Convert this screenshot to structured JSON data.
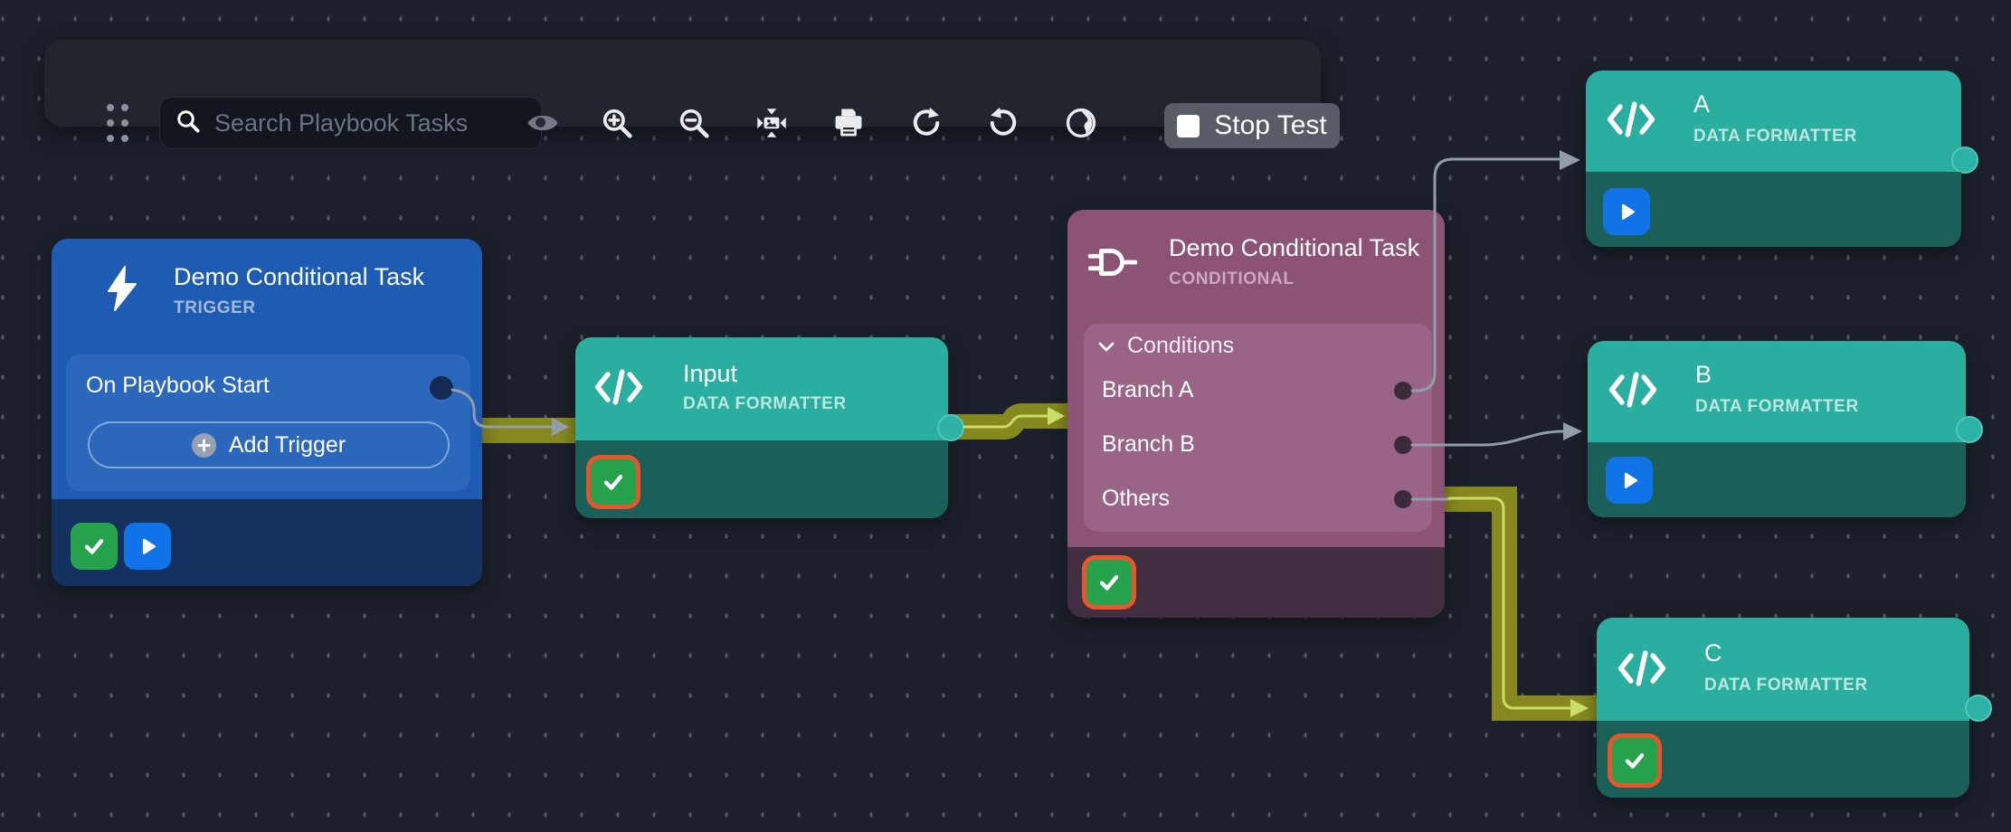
{
  "toolbar": {
    "search_placeholder": "Search Playbook Tasks",
    "stop_test_label": "Stop Test",
    "icons": [
      "drag-handle",
      "search",
      "eye",
      "zoom-in",
      "zoom-out",
      "fit-to-screen",
      "print",
      "redo",
      "undo",
      "globe",
      "stop-test"
    ]
  },
  "nodes": {
    "trigger": {
      "title": "Demo Conditional Task",
      "type_label": "TRIGGER",
      "trigger_row": "On Playbook Start",
      "add_trigger_label": "Add Trigger"
    },
    "input": {
      "title": "Input",
      "type_label": "DATA FORMATTER"
    },
    "conditional": {
      "title": "Demo Conditional Task",
      "type_label": "CONDITIONAL",
      "conditions_label": "Conditions",
      "branches": [
        "Branch A",
        "Branch B",
        "Others"
      ]
    },
    "task_a": {
      "title": "A",
      "type_label": "DATA FORMATTER"
    },
    "task_b": {
      "title": "B",
      "type_label": "DATA FORMATTER"
    },
    "task_c": {
      "title": "C",
      "type_label": "DATA FORMATTER"
    }
  },
  "connections": [
    {
      "from": "trigger.on-playbook-start",
      "to": "input",
      "highlighted": true
    },
    {
      "from": "input",
      "to": "conditional",
      "highlighted": true
    },
    {
      "from": "conditional.branch-a",
      "to": "task-a",
      "highlighted": false
    },
    {
      "from": "conditional.branch-b",
      "to": "task-b",
      "highlighted": false
    },
    {
      "from": "conditional.others",
      "to": "task-c",
      "highlighted": true
    }
  ],
  "colors": {
    "canvas_bg": "#1b202b",
    "trigger_blue": "#1e5cb4",
    "formatter_teal": "#2aaea0",
    "conditional_mauve": "#8c5375",
    "executed_path_olive": "#868a1e",
    "wire_gray": "#929da9",
    "wire_yellow": "#ccdc6b",
    "success_green": "#27a24c",
    "selected_orange": "#e8542c",
    "run_blue": "#1173e8"
  }
}
